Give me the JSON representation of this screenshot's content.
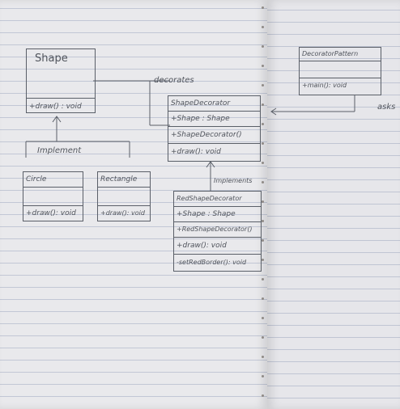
{
  "colors": {
    "ink": "#50545c",
    "paper": "#e9e9ec",
    "ruling": "#7887aa"
  },
  "shape": {
    "name": "Shape",
    "attributes": "",
    "method": "+draw() : void"
  },
  "implement_label": "Implement",
  "circle": {
    "name": "Circle",
    "attributes": "",
    "method": "+draw(): void"
  },
  "rectangle": {
    "name": "Rectangle",
    "attributes": "",
    "method": "+draw(): void"
  },
  "decorates_label": "decorates",
  "shape_decorator": {
    "name": "ShapeDecorator",
    "members": [
      "+Shape : Shape",
      "+ShapeDecorator()",
      "+draw(): void"
    ]
  },
  "implements_label": "Implements",
  "red_shape_decorator": {
    "name": "RedShapeDecorator",
    "attributes": [
      "+Shape : Shape"
    ],
    "methods": [
      "+RedShapeDecorator()",
      "+draw(): void",
      "-setRedBorder(): void"
    ]
  },
  "decorator_pattern": {
    "name": "DecoratorPattern",
    "attributes": "",
    "method": "+main(): void"
  },
  "right_note": "asks"
}
